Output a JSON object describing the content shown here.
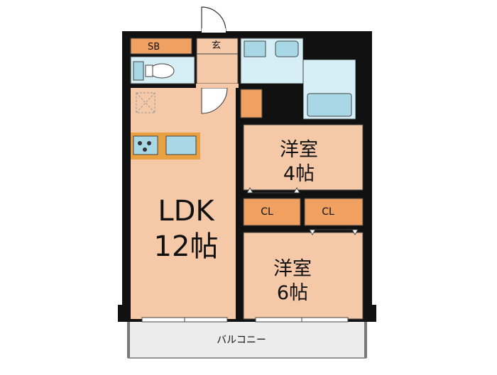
{
  "rooms": {
    "ldk": {
      "name": "LDK",
      "size": "12帖"
    },
    "western_small": {
      "name": "洋室",
      "size": "4帖"
    },
    "western_large": {
      "name": "洋室",
      "size": "6帖"
    },
    "closet_1": {
      "name": "CL"
    },
    "closet_2": {
      "name": "CL"
    },
    "storage": {
      "name": "SB"
    },
    "entrance": {
      "name": "玄"
    },
    "balcony": {
      "name": "バルコニー"
    }
  },
  "colors": {
    "wall": "#111111",
    "room_floor": "#f5c9a8",
    "wet_area": "#d6eef5",
    "closet": "#f0a060",
    "balcony": "#ececec",
    "fixture_blue": "#a8d8e6",
    "counter": "#e8a040"
  }
}
